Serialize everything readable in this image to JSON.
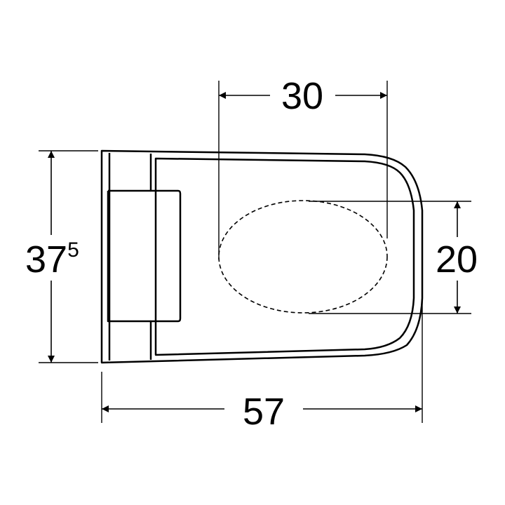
{
  "diagram": {
    "dimensions": {
      "top_width": "30",
      "right_height": "20",
      "bottom_width": "57",
      "left_height_main": "37",
      "left_height_sup": "5"
    },
    "colors": {
      "line": "#000000",
      "background": "#ffffff"
    }
  }
}
